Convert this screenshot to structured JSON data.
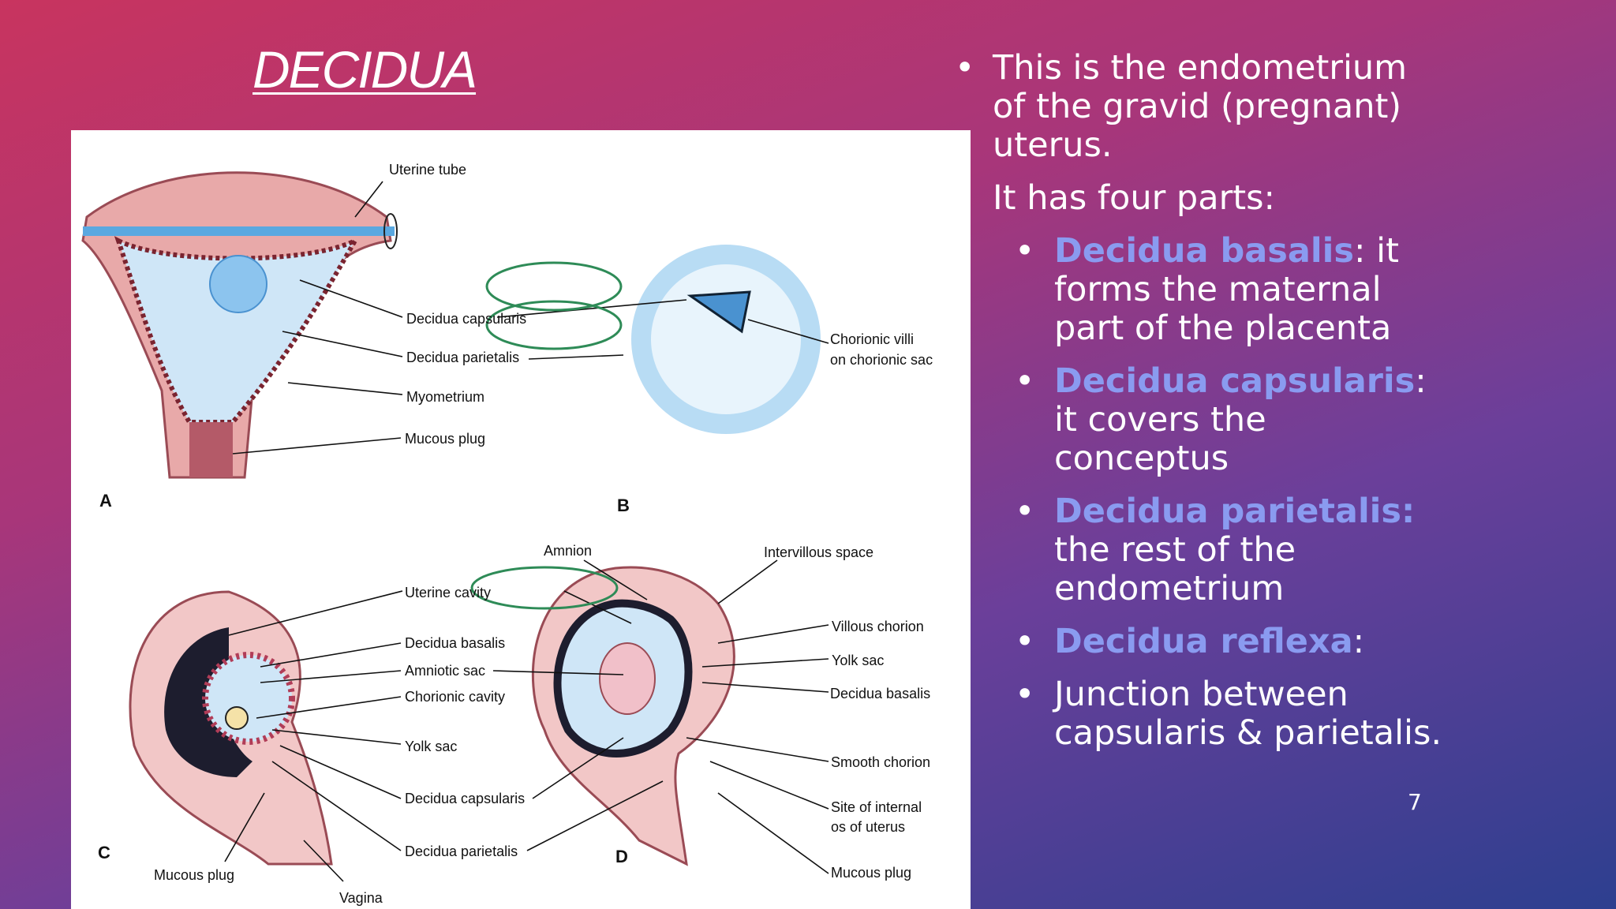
{
  "slide": {
    "title": "DECIDUA",
    "page_number": "7"
  },
  "content": {
    "intro": "This is the endometrium of the gravid (pregnant) uterus.",
    "subintro": "It has four parts:",
    "parts": [
      {
        "term": "Decidua basalis",
        "sep": ":",
        "desc": " it forms the maternal part of the placenta"
      },
      {
        "term": "Decidua capsularis",
        "sep": ":",
        "desc": " it covers the conceptus"
      },
      {
        "term": "Decidua parietalis:",
        "sep": "",
        "desc": " the rest of the endometrium"
      },
      {
        "term": "Decidua reflexa",
        "sep": ":",
        "desc": ""
      }
    ],
    "junction": "Junction between capsularis & parietalis."
  },
  "figure": {
    "panels": [
      "A",
      "B",
      "C",
      "D"
    ],
    "labels": {
      "uterine_tube": "Uterine tube",
      "decidua_capsularis_a": "Decidua capsularis",
      "decidua_parietalis_a": "Decidua parietalis",
      "myometrium": "Myometrium",
      "mucous_plug_a": "Mucous plug",
      "chorionic_villi_1": "Chorionic villi",
      "chorionic_villi_2": "on chorionic sac",
      "amnion": "Amnion",
      "intervillous_space": "Intervillous space",
      "uterine_cavity": "Uterine cavity",
      "decidua_basalis_c": "Decidua basalis",
      "amniotic_sac": "Amniotic sac",
      "chorionic_cavity": "Chorionic cavity",
      "yolk_sac_c": "Yolk sac",
      "decidua_capsularis_c": "Decidua capsularis",
      "decidua_parietalis_c": "Decidua parietalis",
      "mucous_plug_c": "Mucous plug",
      "vagina": "Vagina",
      "villous_chorion": "Villous chorion",
      "yolk_sac_d": "Yolk sac",
      "decidua_basalis_d": "Decidua basalis",
      "smooth_chorion": "Smooth chorion",
      "site_internal_1": "Site of internal",
      "site_internal_2": "os of uterus",
      "mucous_plug_d": "Mucous plug"
    }
  }
}
